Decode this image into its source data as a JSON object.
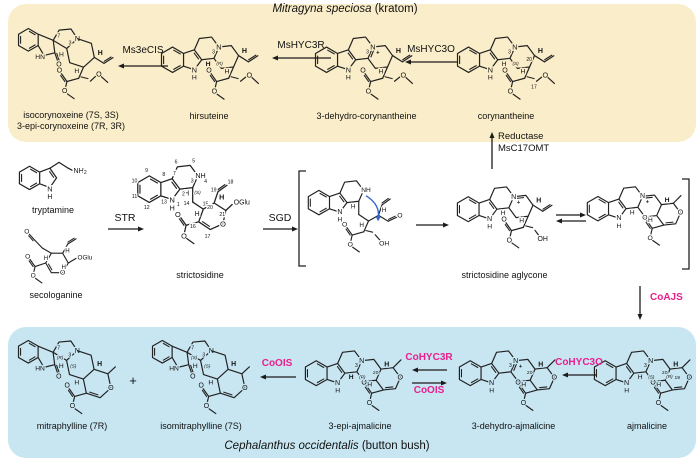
{
  "top_box": {
    "title_italic": "Mitragyna speciosa",
    "title_rest": " (kratom)",
    "compounds": {
      "isocorynoxeine_line1": "isocorynoxeine (7S, 3S)",
      "isocorynoxeine_line2": "3-epi-corynoxeine (7R, 3R)",
      "hirsuteine": "hirsuteine",
      "dehydrocorynantheine": "3-dehydro-corynantheine",
      "corynantheine": "corynantheine"
    },
    "enzymes": {
      "ms3ecis": "Ms3eCIS",
      "mshyc3r": "MsHYC3R",
      "mshyc3o": "MsHYC3O"
    }
  },
  "middle": {
    "compounds": {
      "tryptamine": "tryptamine",
      "secologanine": "secologanine",
      "strictosidine": "strictosidine",
      "strictosidine_aglycone": "strictosidine aglycone"
    },
    "enzymes": {
      "str": "STR",
      "sgd": "SGD",
      "reductase_line1": "Reductase",
      "reductase_line2": "MsC17OMT",
      "coajs": "CoAJS"
    }
  },
  "bottom_box": {
    "title_italic": "Cephalanthus occidentalis",
    "title_rest": " (button bush)",
    "compounds": {
      "mitraphylline": "mitraphylline (7R)",
      "plus": "+",
      "isomitraphylline": "isomitraphylline (7S)",
      "epiajmalicine": "3-epi-ajmalicine",
      "dehydroajmalicine": "3-dehydro-ajmalicine",
      "ajmalicine": "ajmalicine"
    },
    "enzymes": {
      "coois_left": "CoOIS",
      "cohyc3r": "CoHYC3R",
      "coois_mid": "CoOIS",
      "cohyc3o": "CoHYC3O"
    }
  },
  "colors": {
    "top_box_bg": "#FAEDC9",
    "bottom_box_bg": "#C8E6F2",
    "enzyme_magenta": "#EA1E8C",
    "blue_arrow": "#3566CC",
    "line": "#1b1b1b"
  },
  "atoms": {
    "N": "N",
    "NH": "NH",
    "HN": "HN",
    "H": "H",
    "O": "O",
    "OH": "OH",
    "OGlu": "OGlu",
    "NH2_main": "NH",
    "NH2_sub": "2",
    "plus": "+",
    "S": "(S)",
    "R": "(R)",
    "n1": "1",
    "n2": "2",
    "n3": "3",
    "n4": "4",
    "n5": "5",
    "n6": "6",
    "n7": "7",
    "n8": "8",
    "n9": "9",
    "n10": "10",
    "n11": "11",
    "n12": "12",
    "n13": "13",
    "n14": "14",
    "n15": "15",
    "n16": "16",
    "n17": "17",
    "n18": "18",
    "n19": "19",
    "n20": "20",
    "n21": "21"
  }
}
